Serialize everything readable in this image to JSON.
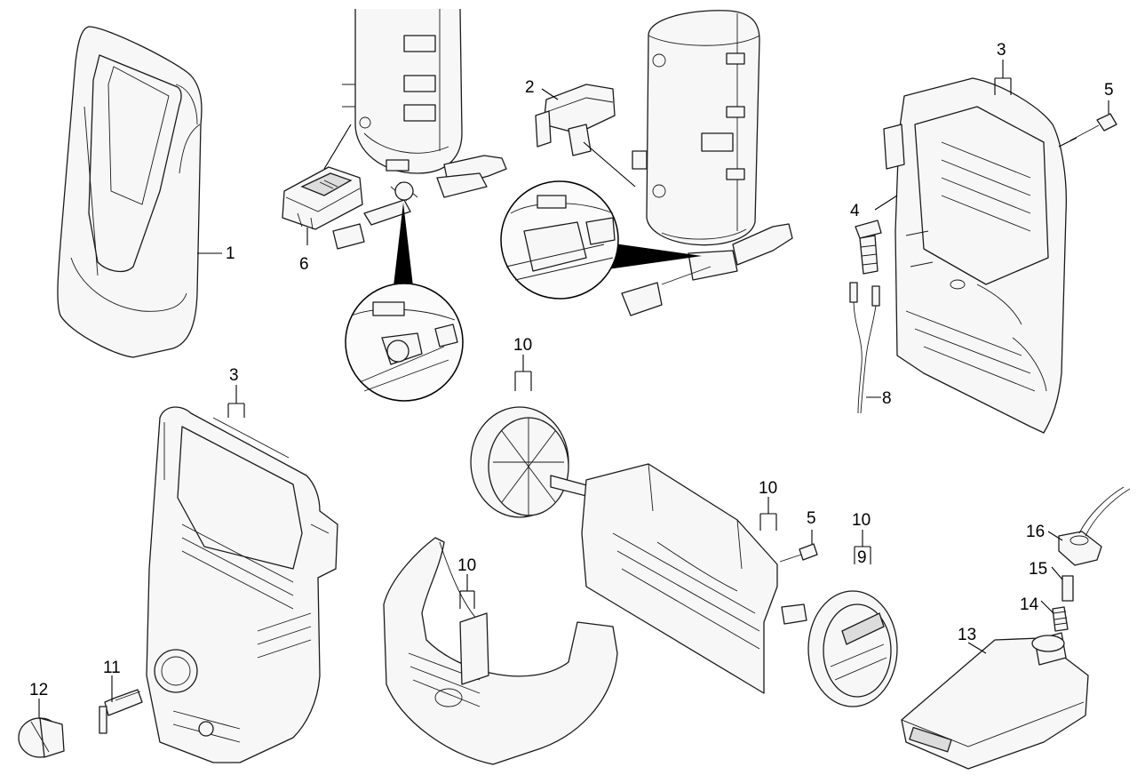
{
  "callouts": [
    {
      "id": "p1",
      "text": "1"
    },
    {
      "id": "p2",
      "text": "2"
    },
    {
      "id": "p3a",
      "text": "3"
    },
    {
      "id": "p3b",
      "text": "3"
    },
    {
      "id": "p4",
      "text": "4"
    },
    {
      "id": "p5a",
      "text": "5"
    },
    {
      "id": "p5b",
      "text": "5"
    },
    {
      "id": "p6",
      "text": "6"
    },
    {
      "id": "p8",
      "text": "8"
    },
    {
      "id": "p9",
      "text": "9"
    },
    {
      "id": "p10a",
      "text": "10"
    },
    {
      "id": "p10b",
      "text": "10"
    },
    {
      "id": "p10c",
      "text": "10"
    },
    {
      "id": "p10d",
      "text": "10"
    },
    {
      "id": "p11",
      "text": "11"
    },
    {
      "id": "p12",
      "text": "12"
    },
    {
      "id": "p13",
      "text": "13"
    },
    {
      "id": "p14",
      "text": "14"
    },
    {
      "id": "p15",
      "text": "15"
    },
    {
      "id": "p16",
      "text": "16"
    }
  ]
}
